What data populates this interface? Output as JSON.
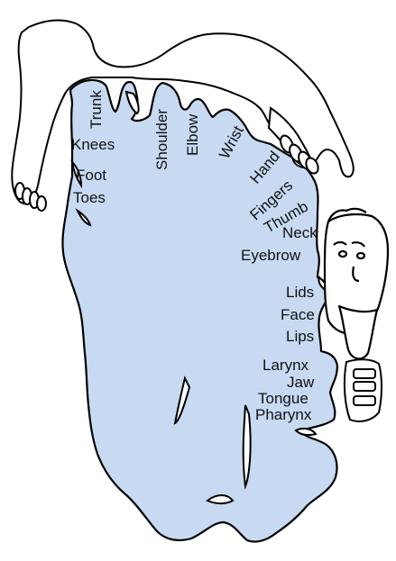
{
  "colors": {
    "cortex_fill": "#c8daf2",
    "outline": "#000000",
    "text": "#111111",
    "background": "#ffffff"
  },
  "labels": {
    "trunk": "Trunk",
    "knees": "Knees",
    "foot": "Foot",
    "toes": "Toes",
    "shoulder": "Shoulder",
    "elbow": "Elbow",
    "wrist": "Wrist",
    "hand": "Hand",
    "fingers": "Fingers",
    "thumb": "Thumb",
    "neck": "Neck",
    "eyebrow": "Eyebrow",
    "lids": "Lids",
    "face": "Face",
    "lips": "Lips",
    "larynx": "Larynx",
    "jaw": "Jaw",
    "tongue": "Tongue",
    "pharynx": "Pharynx"
  },
  "figures": [
    "leg-and-foot-drawing",
    "arm-and-hand-drawing",
    "face-with-tongue-drawing",
    "jaw-and-teeth-drawing"
  ]
}
